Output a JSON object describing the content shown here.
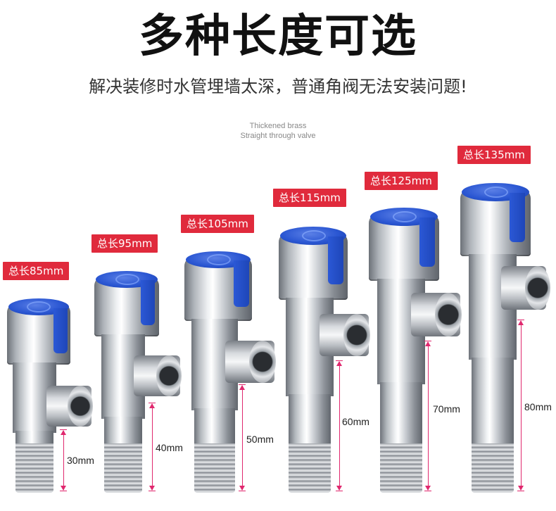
{
  "heading": {
    "title": "多种长度可选",
    "subtitle": "解决装修时水管埋墙太深，普通角阀无法安装问题!"
  },
  "brand": {
    "line1": "Thickened brass",
    "line2": "Straight through valve"
  },
  "valves": [
    {
      "tag": "总长85mm",
      "dimension": "30mm"
    },
    {
      "tag": "总长95mm",
      "dimension": "40mm"
    },
    {
      "tag": "总长105mm",
      "dimension": "50mm"
    },
    {
      "tag": "总长115mm",
      "dimension": "60mm"
    },
    {
      "tag": "总长125mm",
      "dimension": "70mm"
    },
    {
      "tag": "总长135mm",
      "dimension": "80mm"
    }
  ],
  "colors": {
    "tag_background": "#e02a3c",
    "dimension_line": "#e0286e",
    "handle_blue": "#2a56d2"
  }
}
